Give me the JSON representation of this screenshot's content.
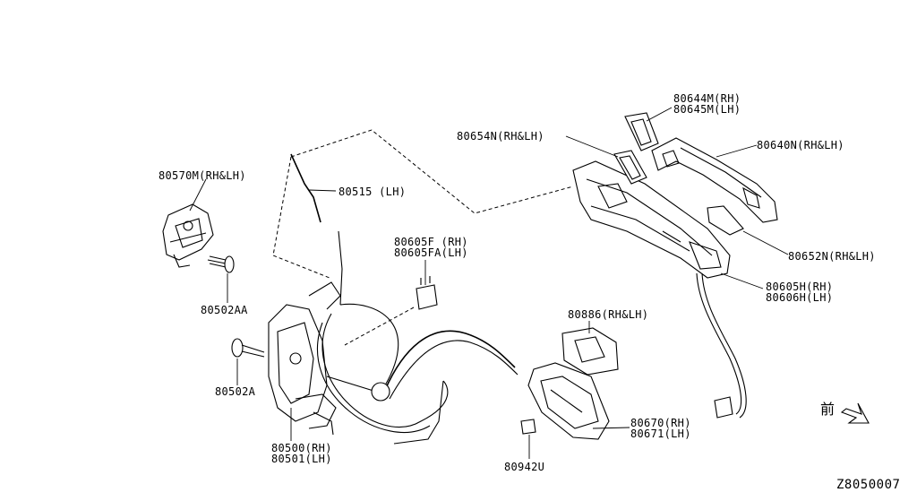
{
  "diagram_code": "Z8050007",
  "front_arrow_label": "前",
  "labels": {
    "p80644m": "80644M(RH)",
    "p80645m": "80645M(LH)",
    "p80654n": "80654N(RH&LH)",
    "p80640n": "80640N(RH&LH)",
    "p80570m": "80570M(RH&LH)",
    "p80515": "80515 (LH)",
    "p80605f": "80605F (RH)",
    "p80605fa": "80605FA(LH)",
    "p80652n": "80652N(RH&LH)",
    "p80605h": "80605H(RH)",
    "p80606h": "80606H(LH)",
    "p80502aa": "80502AA",
    "p80886": "80886(RH&LH)",
    "p80502a": "80502A",
    "p80670": "80670(RH)",
    "p80671": "80671(LH)",
    "p80500": "80500(RH)",
    "p80501": "80501(LH)",
    "p80942u": "80942U"
  }
}
